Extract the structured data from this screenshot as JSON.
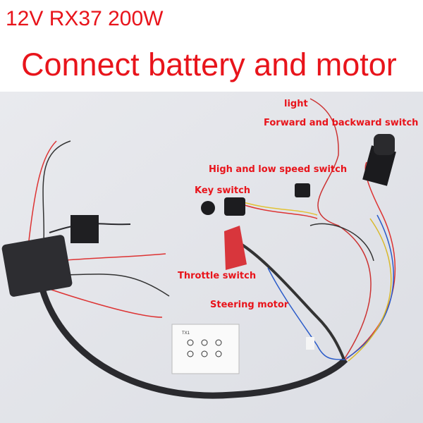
{
  "header": {
    "subtitle": "12V RX37 200W",
    "title": "Connect battery and motor"
  },
  "labels": {
    "light": "light",
    "forward_backward": "Forward and backward switch",
    "speed": "High and low speed switch",
    "key": "Key switch",
    "throttle": "Throttle switch",
    "steering": "Steering motor"
  },
  "remote": {
    "label": "TX1"
  },
  "colors": {
    "text": "#e8141b",
    "background": "#e4e6eb"
  }
}
